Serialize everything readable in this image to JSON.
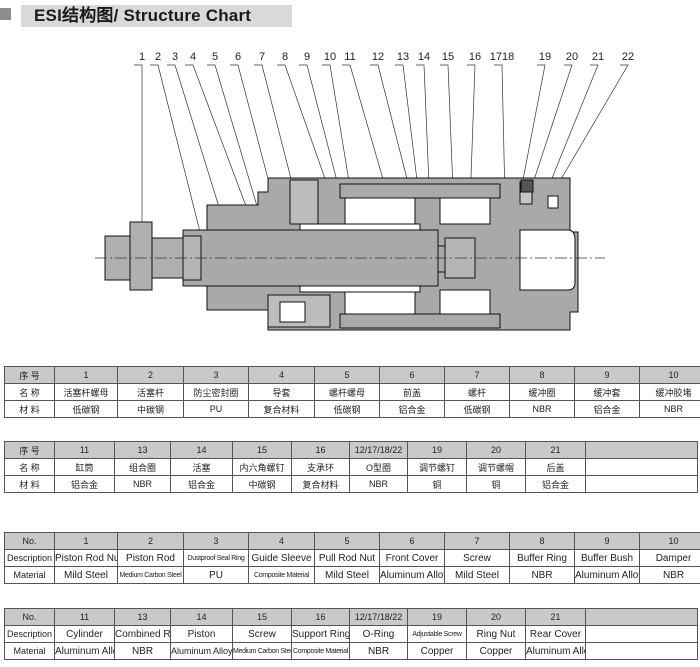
{
  "title": "ESI结构图/ Structure Chart",
  "diagram": {
    "labels": [
      "1",
      "2",
      "3",
      "4",
      "5",
      "6",
      "7",
      "8",
      "9",
      "10",
      "11",
      "12",
      "13",
      "14",
      "15",
      "16",
      "1718",
      "19",
      "20",
      "21",
      "22"
    ]
  },
  "cn_table_1": {
    "row_labels": [
      "序 号",
      "名 称",
      "材 料"
    ],
    "no": [
      "1",
      "2",
      "3",
      "4",
      "5",
      "6",
      "7",
      "8",
      "9",
      "10"
    ],
    "name": [
      "活塞杆螺母",
      "活塞杆",
      "防尘密封圈",
      "导套",
      "螺杆螺母",
      "前盖",
      "螺杆",
      "缓冲圈",
      "缓冲套",
      "缓冲胶堵"
    ],
    "material": [
      "低碳钢",
      "中碳钢",
      "PU",
      "复合材料",
      "低碳钢",
      "铝合金",
      "低碳钢",
      "NBR",
      "铝合金",
      "NBR"
    ]
  },
  "cn_table_2": {
    "row_labels": [
      "序 号",
      "名 称",
      "材 料"
    ],
    "no": [
      "11",
      "13",
      "14",
      "15",
      "16",
      "12/17/18/22",
      "19",
      "20",
      "21"
    ],
    "name": [
      "缸筒",
      "组合圈",
      "活塞",
      "内六角螺钉",
      "支承环",
      "O型圈",
      "调节螺钉",
      "调节螺帽",
      "后盖"
    ],
    "material": [
      "铝合金",
      "NBR",
      "铝合金",
      "中碳钢",
      "复合材料",
      "NBR",
      "铜",
      "铜",
      "铝合金"
    ]
  },
  "en_table_1": {
    "row_labels": [
      "No.",
      "Description",
      "Material"
    ],
    "no": [
      "1",
      "2",
      "3",
      "4",
      "5",
      "6",
      "7",
      "8",
      "9",
      "10"
    ],
    "name": [
      "Piston Rod Nut",
      "Piston Rod",
      "Dustproof Seal Ring",
      "Guide Sleeve",
      "Pull Rod Nut",
      "Front Cover",
      "Screw",
      "Buffer Ring",
      "Buffer Bush",
      "Damper"
    ],
    "material": [
      "Mild Steel",
      "Medium Carbon Steel",
      "PU",
      "Composite Material",
      "Mild Steel",
      "Aluminum Alloy",
      "Mild Steel",
      "NBR",
      "Aluminum Alloy",
      "NBR"
    ]
  },
  "en_table_2": {
    "row_labels": [
      "No.",
      "Description",
      "Material"
    ],
    "no": [
      "11",
      "13",
      "14",
      "15",
      "16",
      "12/17/18/22",
      "19",
      "20",
      "21"
    ],
    "name": [
      "Cylinder",
      "Combined Ring",
      "Piston",
      "Screw",
      "Support Ring",
      "O-Ring",
      "Adjustable Screw",
      "Ring Nut",
      "Rear Cover"
    ],
    "material": [
      "Aluminum Alloy",
      "NBR",
      "Aluminum  Alloy",
      "Medium Carbon Stee",
      "Composite Material",
      "NBR",
      "Copper",
      "Copper",
      "Aluminum Alloy"
    ]
  }
}
